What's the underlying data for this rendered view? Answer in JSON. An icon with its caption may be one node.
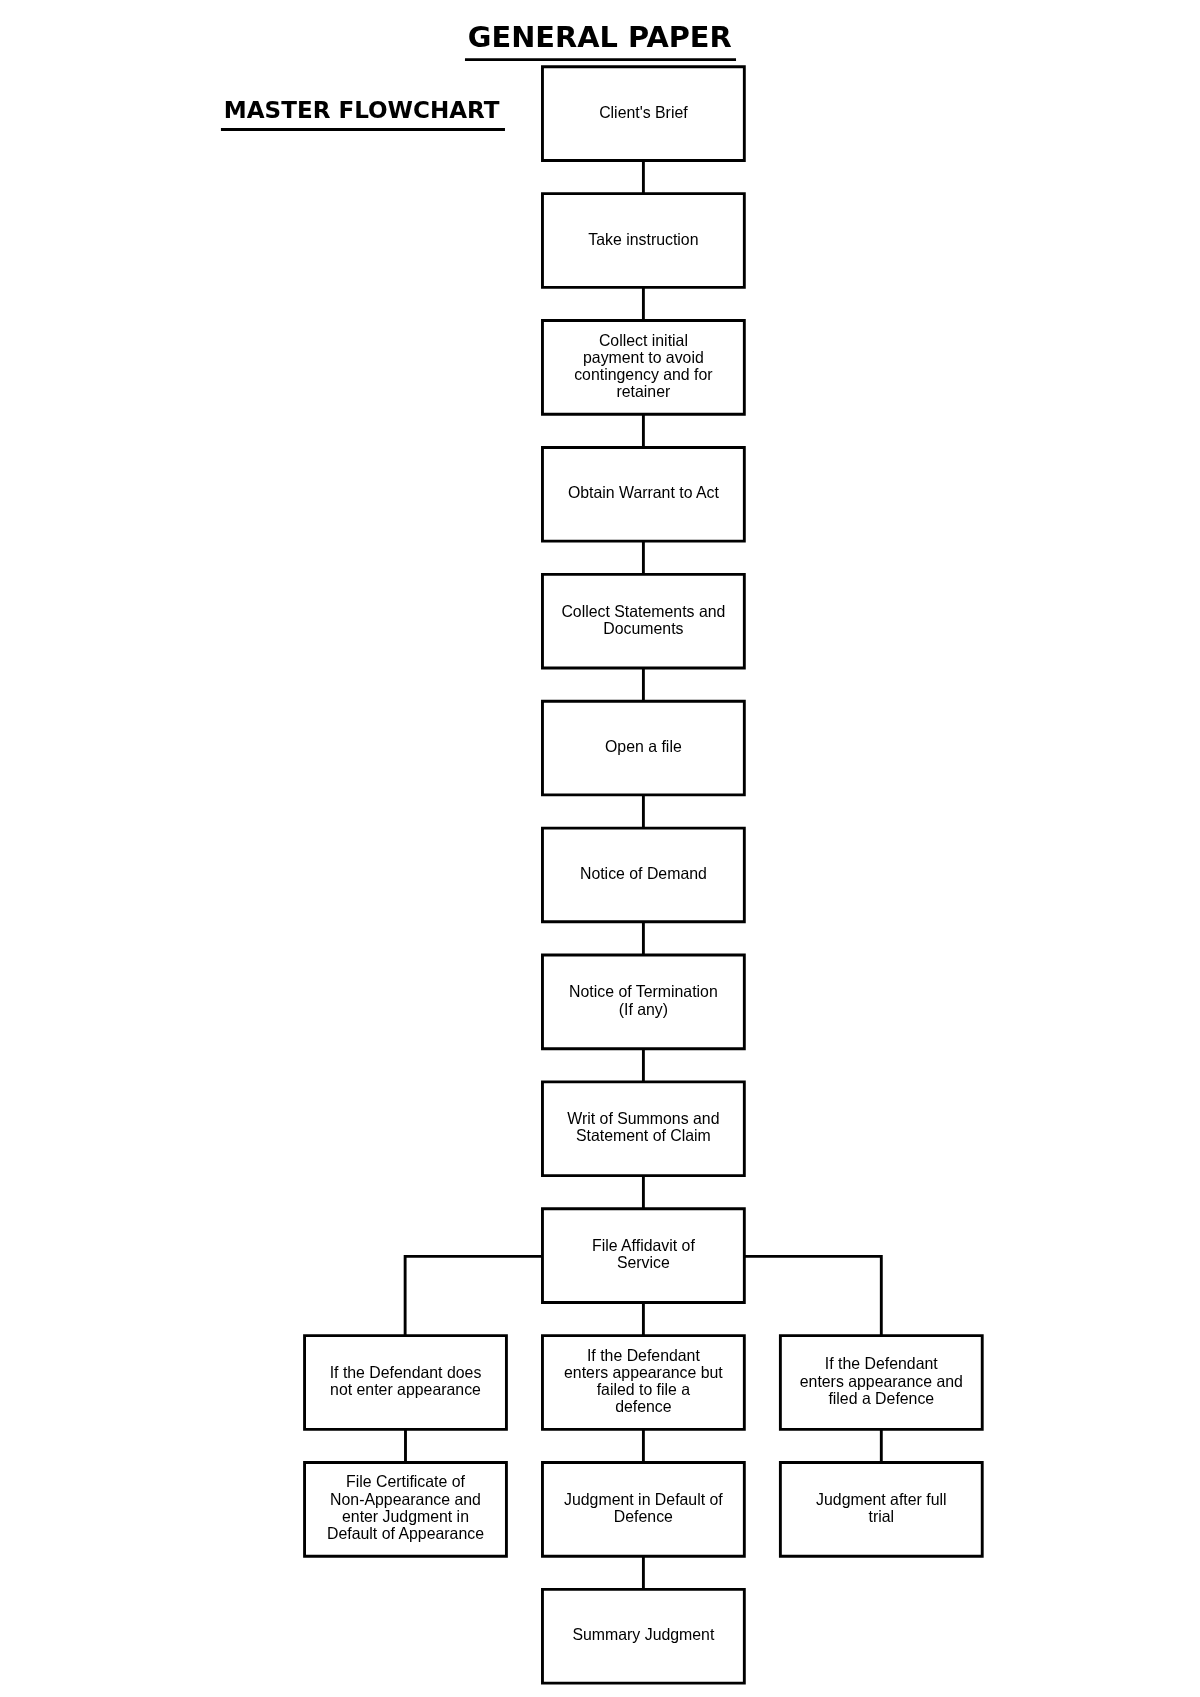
{
  "diagram": {
    "title": "GENERAL PAPER",
    "nodes": [
      {
        "text": [
          "Client's Brief"
        ]
      },
      {
        "text": [
          "Take instruction"
        ]
      },
      {
        "text": [
          "Collect initial payment to avoid contingency and for retainer"
        ]
      },
      {
        "text": [
          "Obtain Warrant to Act"
        ]
      },
      {
        "text": [
          "Collect Statements and Documents"
        ]
      },
      {
        "text": [
          "Open a file"
        ]
      },
      {
        "text": [
          "Notice of Demand"
        ]
      },
      {
        "text": [
          "Notice of Termination (If any)"
        ]
      },
      {
        "text": [
          "Writ of Summons and Statement of Claim"
        ]
      },
      {
        "text": [
          "File Affidavit of Service"
        ]
      },
      {
        "text": [
          "If the Defendant does not enter appearance"
        ]
      },
      {
        "text": [
          "If the Defendant enters appearance but failed to file a defence"
        ]
      },
      {
        "text": [
          "If the Defendant enters appearance and filed a Defence"
        ]
      },
      {
        "text": [
          "File Certificate of Non-Appearance and enter Judgment in Default of Appearance"
        ]
      },
      {
        "text": [
          "Judgment in Default of Defence"
        ]
      },
      {
        "text": [
          "Judgment after full trial"
        ]
      },
      {
        "text": [
          "Summary Judgment"
        ]
      }
    ],
    "edges": [
      {
        "from": 0,
        "to": 1,
        "arrow": "none"
      },
      {
        "from": 1,
        "to": 2,
        "arrow": "none"
      },
      {
        "from": 2,
        "to": 3,
        "arrow": "none"
      },
      {
        "from": 3,
        "to": 4,
        "arrow": "none"
      },
      {
        "from": 4,
        "to": 5,
        "arrow": "none"
      },
      {
        "from": 5,
        "to": 6,
        "arrow": "none"
      },
      {
        "from": 6,
        "to": 7,
        "arrow": "none"
      },
      {
        "from": 7,
        "to": 8,
        "arrow": "none"
      },
      {
        "from": 8,
        "to": 9,
        "arrow": "none"
      },
      {
        "from": 9,
        "to": 10,
        "arrow": "none"
      },
      {
        "from": 9,
        "to": 11,
        "arrow": "none"
      },
      {
        "from": 9,
        "to": 12,
        "arrow": "none"
      },
      {
        "from": 10,
        "to": 13,
        "arrow": "none"
      },
      {
        "from": 11,
        "to": 14,
        "arrow": "none"
      },
      {
        "from": 12,
        "to": 15,
        "arrow": "none"
      },
      {
        "from": 14,
        "to": 16,
        "arrow": "none"
      }
    ],
    "labels": [
      "MASTER FLOWCHART"
    ]
  }
}
